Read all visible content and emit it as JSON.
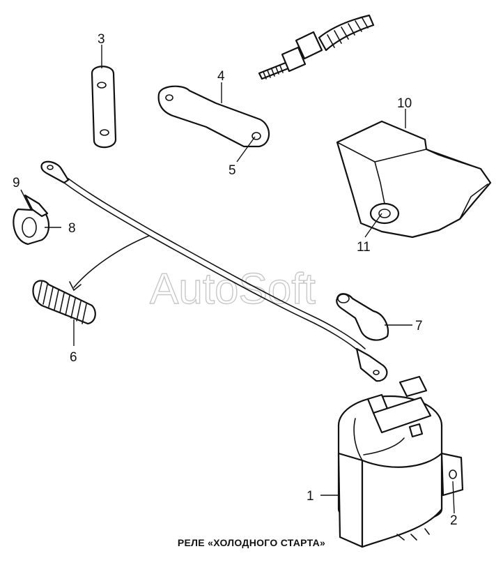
{
  "caption": "РЕЛЕ «ХОЛОДНОГО СТАРТА»",
  "watermark": "AutoSoft",
  "callouts": {
    "c1": "1",
    "c2": "2",
    "c3": "3",
    "c4": "4",
    "c5": "5",
    "c6": "6",
    "c7": "7",
    "c8": "8",
    "c9": "9",
    "c10": "10",
    "c11": "11"
  }
}
